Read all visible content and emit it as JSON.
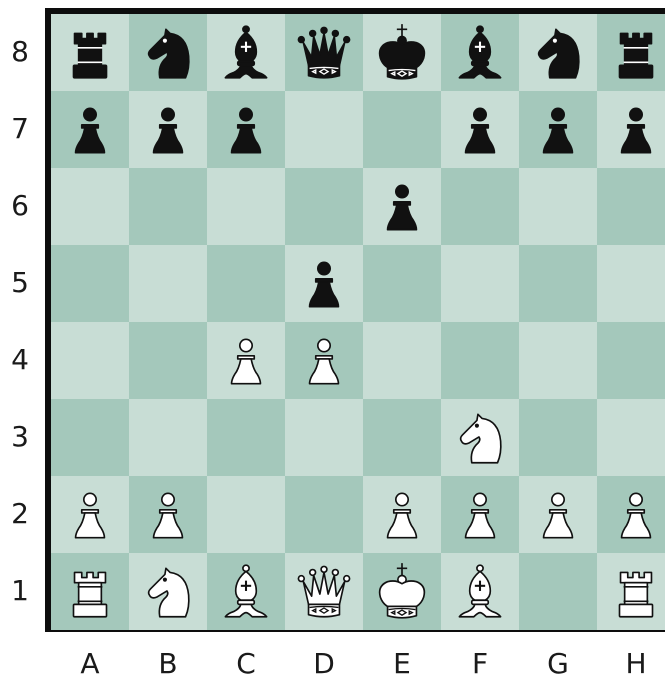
{
  "board": {
    "ranks": [
      "8",
      "7",
      "6",
      "5",
      "4",
      "3",
      "2",
      "1"
    ],
    "files": [
      "A",
      "B",
      "C",
      "D",
      "E",
      "F",
      "G",
      "H"
    ],
    "colors": {
      "light": "#c8ddd5",
      "dark": "#a4c8bb",
      "border": "#0d0d0d"
    },
    "position": [
      [
        "br",
        "bn",
        "bb",
        "bq",
        "bk",
        "bb",
        "bn",
        "br"
      ],
      [
        "bp",
        "bp",
        "bp",
        "",
        "",
        "bp",
        "bp",
        "bp"
      ],
      [
        "",
        "",
        "",
        "",
        "bp",
        "",
        "",
        ""
      ],
      [
        "",
        "",
        "",
        "bp",
        "",
        "",
        "",
        ""
      ],
      [
        "",
        "",
        "wp",
        "wp",
        "",
        "",
        "",
        ""
      ],
      [
        "",
        "",
        "",
        "",
        "",
        "wn",
        "",
        ""
      ],
      [
        "wp",
        "wp",
        "",
        "",
        "wp",
        "wp",
        "wp",
        "wp"
      ],
      [
        "wr",
        "wn",
        "wb",
        "wq",
        "wk",
        "wb",
        "",
        "wr"
      ]
    ]
  }
}
